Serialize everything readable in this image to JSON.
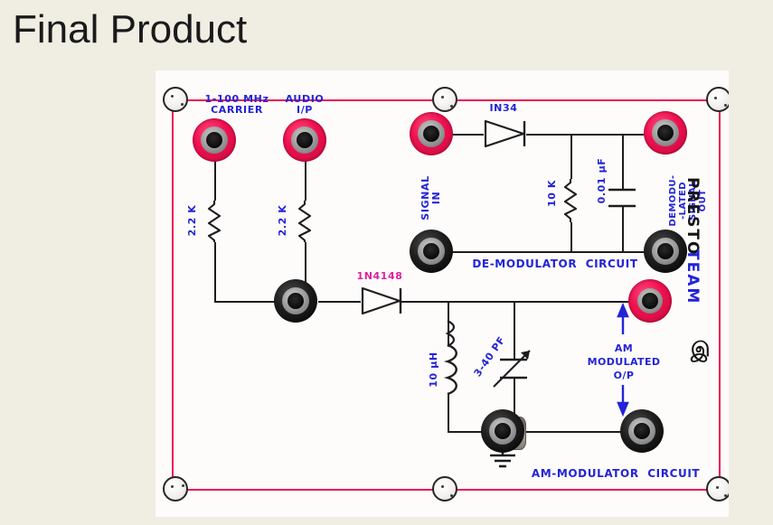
{
  "slide": {
    "title": "Final Product",
    "background_color": "#F0EDE3",
    "title_color": "#1A1A1A"
  },
  "photo": {
    "panel_color": "#FDFCFB",
    "border_color": "#ED1555",
    "ink_color": "#2323D8",
    "wire_color": "#1d1d1f"
  },
  "labels": {
    "carrier_input": "1-100 MHz\nCARRIER",
    "audio_input": "AUDIO\nI/P",
    "resistor_r1": "2.2 K",
    "resistor_r2": "2.2 K",
    "diode_mod": "1N4148",
    "signal_in": "SIGNAL\nIN",
    "diode_demod": "IN34",
    "resistor_r3": "10 K",
    "capacitor_c1": "0.01 µF",
    "demod_out": "DEMODU-\n-LATED\nSIGNAL\nOUT",
    "demod_circuit": "DE-MODULATOR  CIRCUIT",
    "inductor": "10 µH",
    "var_capacitor": "3-40 PF",
    "am_out": "AM\nMODULATED\nO/P",
    "mod_circuit": "AM-MODULATOR  CIRCUIT",
    "brand_primary": "PRESTO",
    "brand_secondary": "TEAM",
    "logo_mark": "இ"
  },
  "components": {
    "jacks": [
      {
        "name": "carrier-input-jack",
        "color": "red"
      },
      {
        "name": "audio-input-jack",
        "color": "red"
      },
      {
        "name": "signal-in-jack",
        "color": "red"
      },
      {
        "name": "demodulated-out-jack",
        "color": "red"
      },
      {
        "name": "am-modulated-out-jack",
        "color": "red"
      },
      {
        "name": "modulator-ground-jack",
        "color": "black"
      },
      {
        "name": "signal-in-ground-jack",
        "color": "black"
      },
      {
        "name": "demodulated-out-ground-jack",
        "color": "black"
      },
      {
        "name": "am-out-ground-jack",
        "color": "black"
      },
      {
        "name": "earth-ground-jack",
        "color": "black"
      }
    ],
    "screws": 6
  }
}
